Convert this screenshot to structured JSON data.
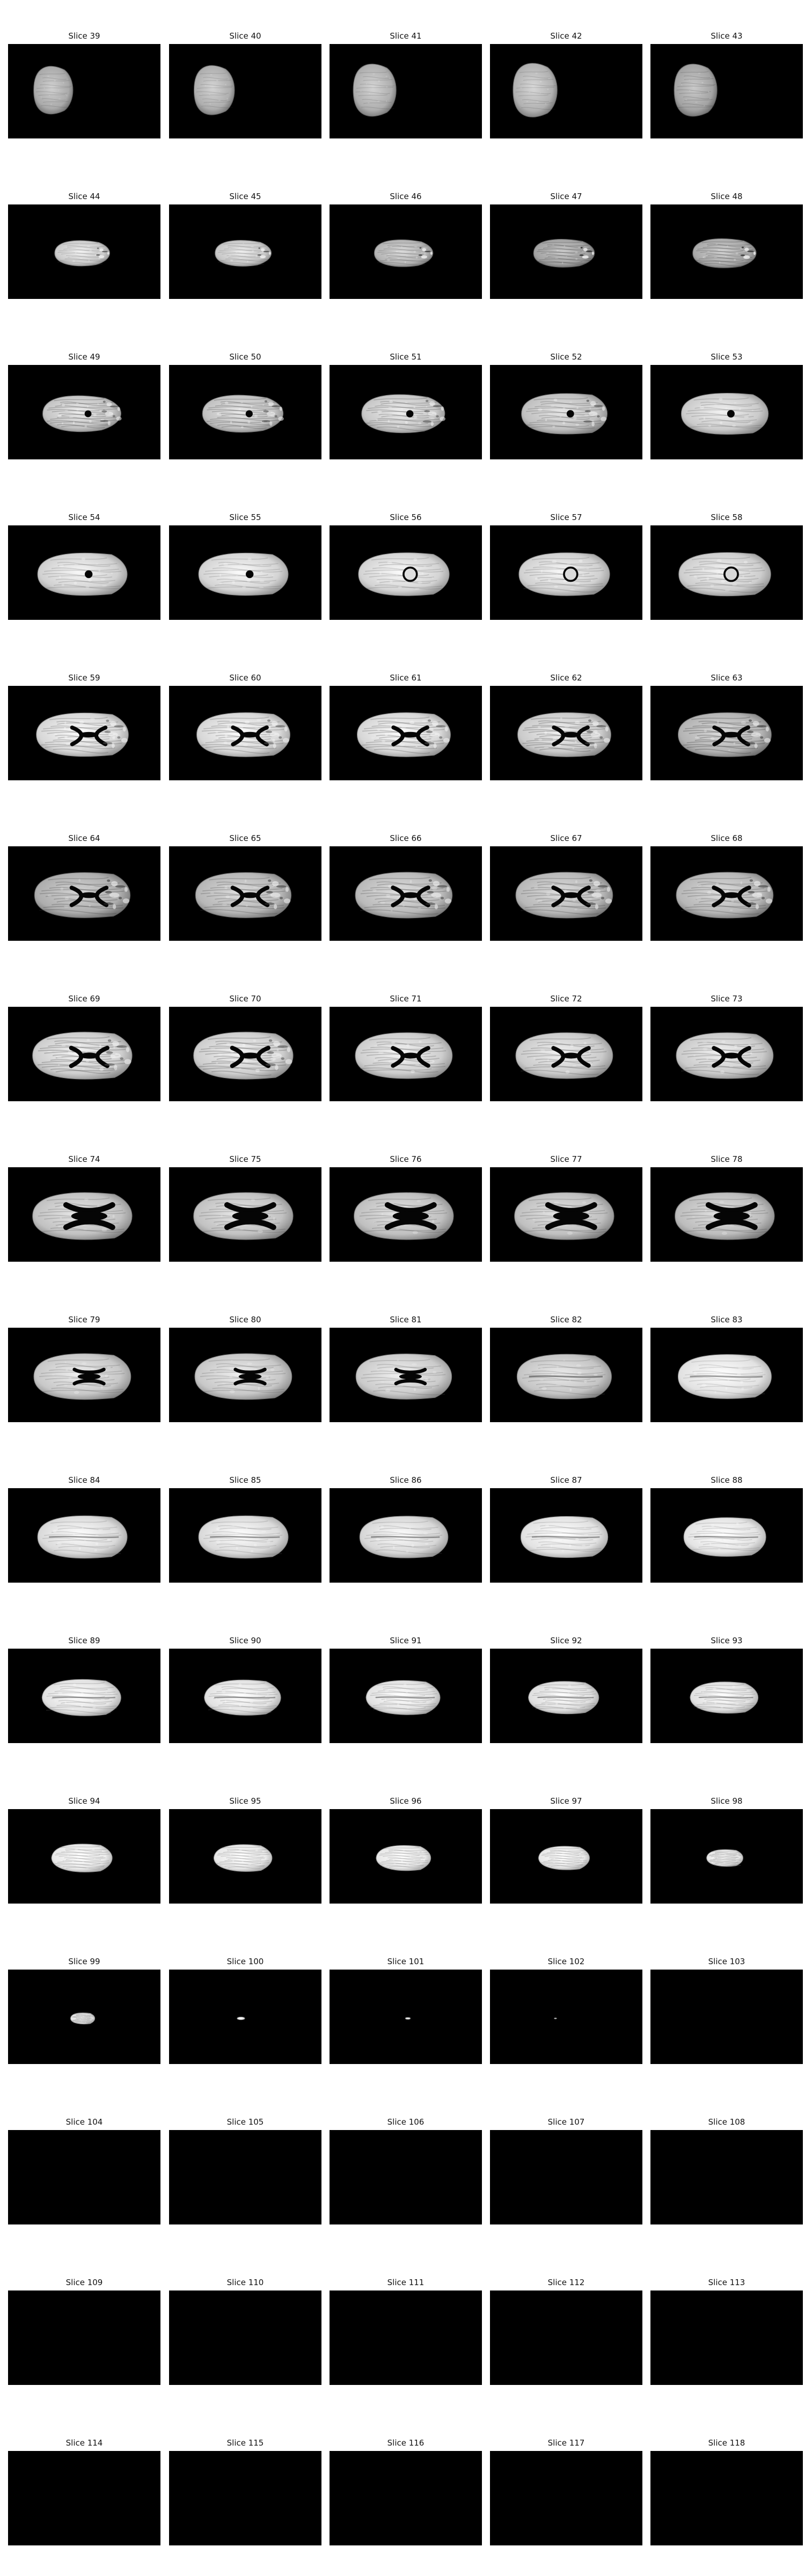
{
  "colors": {
    "page_background": "#ffffff",
    "image_background": "#000000",
    "tissue_gray": "#b8b8b8",
    "tissue_light": "#f2f2f2",
    "dark_structure": "#050505"
  },
  "slices": [
    {
      "label": "Slice 39",
      "intensity": 0.55,
      "brain_scale": 0.32,
      "brain_shape": "small",
      "dark_level": 0.1,
      "ventricle": "none",
      "lesion": "none",
      "bright_spots": 0.05
    },
    {
      "label": "Slice 40",
      "intensity": 0.58,
      "brain_scale": 0.33,
      "brain_shape": "small",
      "dark_level": 0.1,
      "ventricle": "none",
      "lesion": "none",
      "bright_spots": 0.05
    },
    {
      "label": "Slice 41",
      "intensity": 0.58,
      "brain_scale": 0.35,
      "brain_shape": "small",
      "dark_level": 0.12,
      "ventricle": "none",
      "lesion": "none",
      "bright_spots": 0.06
    },
    {
      "label": "Slice 42",
      "intensity": 0.6,
      "brain_scale": 0.36,
      "brain_shape": "small",
      "dark_level": 0.12,
      "ventricle": "none",
      "lesion": "none",
      "bright_spots": 0.06
    },
    {
      "label": "Slice 43",
      "intensity": 0.5,
      "brain_scale": 0.35,
      "brain_shape": "small",
      "dark_level": 0.18,
      "ventricle": "none",
      "lesion": "none",
      "bright_spots": 0.05
    },
    {
      "label": "Slice 44",
      "intensity": 0.78,
      "brain_scale": 0.45,
      "brain_shape": "lower",
      "dark_level": 0.25,
      "ventricle": "none",
      "lesion": "fragments",
      "bright_spots": 0.14
    },
    {
      "label": "Slice 45",
      "intensity": 0.75,
      "brain_scale": 0.46,
      "brain_shape": "lower",
      "dark_level": 0.25,
      "ventricle": "none",
      "lesion": "fragments",
      "bright_spots": 0.13
    },
    {
      "label": "Slice 46",
      "intensity": 0.62,
      "brain_scale": 0.48,
      "brain_shape": "lower",
      "dark_level": 0.28,
      "ventricle": "none",
      "lesion": "fragments",
      "bright_spots": 0.1
    },
    {
      "label": "Slice 47",
      "intensity": 0.5,
      "brain_scale": 0.5,
      "brain_shape": "lower",
      "dark_level": 0.34,
      "ventricle": "none",
      "lesion": "fragments",
      "bright_spots": 0.08
    },
    {
      "label": "Slice 48",
      "intensity": 0.55,
      "brain_scale": 0.52,
      "brain_shape": "lower",
      "dark_level": 0.36,
      "ventricle": "none",
      "lesion": "fragments",
      "bright_spots": 0.1
    },
    {
      "label": "Slice 49",
      "intensity": 0.74,
      "brain_scale": 0.64,
      "brain_shape": "lower",
      "dark_level": 0.44,
      "ventricle": "round",
      "lesion": "spread",
      "bright_spots": 0.22
    },
    {
      "label": "Slice 50",
      "intensity": 0.72,
      "brain_scale": 0.66,
      "brain_shape": "lower",
      "dark_level": 0.42,
      "ventricle": "round",
      "lesion": "spread",
      "bright_spots": 0.2
    },
    {
      "label": "Slice 51",
      "intensity": 0.76,
      "brain_scale": 0.68,
      "brain_shape": "lower",
      "dark_level": 0.38,
      "ventricle": "round",
      "lesion": "spread",
      "bright_spots": 0.22
    },
    {
      "label": "Slice 52",
      "intensity": 0.7,
      "brain_scale": 0.69,
      "brain_shape": "oval",
      "dark_level": 0.3,
      "ventricle": "round",
      "lesion": "spread",
      "bright_spots": 0.18
    },
    {
      "label": "Slice 53",
      "intensity": 0.78,
      "brain_scale": 0.7,
      "brain_shape": "oval",
      "dark_level": 0.2,
      "ventricle": "round",
      "lesion": "none",
      "bright_spots": 0.2
    },
    {
      "label": "Slice 54",
      "intensity": 0.82,
      "brain_scale": 0.72,
      "brain_shape": "oval",
      "dark_level": 0.18,
      "ventricle": "round",
      "lesion": "none",
      "bright_spots": 0.18
    },
    {
      "label": "Slice 55",
      "intensity": 0.84,
      "brain_scale": 0.72,
      "brain_shape": "oval",
      "dark_level": 0.18,
      "ventricle": "round",
      "lesion": "none",
      "bright_spots": 0.18
    },
    {
      "label": "Slice 56",
      "intensity": 0.84,
      "brain_scale": 0.73,
      "brain_shape": "oval",
      "dark_level": 0.2,
      "ventricle": "ring",
      "lesion": "none",
      "bright_spots": 0.2
    },
    {
      "label": "Slice 57",
      "intensity": 0.82,
      "brain_scale": 0.73,
      "brain_shape": "oval",
      "dark_level": 0.22,
      "ventricle": "ring",
      "lesion": "none",
      "bright_spots": 0.2
    },
    {
      "label": "Slice 58",
      "intensity": 0.8,
      "brain_scale": 0.74,
      "brain_shape": "oval",
      "dark_level": 0.22,
      "ventricle": "ring",
      "lesion": "none",
      "bright_spots": 0.18
    },
    {
      "label": "Slice 59",
      "intensity": 0.86,
      "brain_scale": 0.74,
      "brain_shape": "oval",
      "dark_level": 0.38,
      "ventricle": "wide",
      "lesion": "right",
      "bright_spots": 0.28
    },
    {
      "label": "Slice 60",
      "intensity": 0.86,
      "brain_scale": 0.75,
      "brain_shape": "oval",
      "dark_level": 0.38,
      "ventricle": "wide",
      "lesion": "right",
      "bright_spots": 0.28
    },
    {
      "label": "Slice 61",
      "intensity": 0.86,
      "brain_scale": 0.75,
      "brain_shape": "oval",
      "dark_level": 0.4,
      "ventricle": "wide",
      "lesion": "right",
      "bright_spots": 0.28
    },
    {
      "label": "Slice 62",
      "intensity": 0.78,
      "brain_scale": 0.75,
      "brain_shape": "oval",
      "dark_level": 0.42,
      "ventricle": "wide",
      "lesion": "right",
      "bright_spots": 0.22
    },
    {
      "label": "Slice 63",
      "intensity": 0.62,
      "brain_scale": 0.75,
      "brain_shape": "oval",
      "dark_level": 0.38,
      "ventricle": "wide",
      "lesion": "right",
      "bright_spots": 0.14
    },
    {
      "label": "Slice 64",
      "intensity": 0.58,
      "brain_scale": 0.77,
      "brain_shape": "oval",
      "dark_level": 0.25,
      "ventricle": "cross",
      "lesion": "right",
      "bright_spots": 0.08
    },
    {
      "label": "Slice 65",
      "intensity": 0.64,
      "brain_scale": 0.77,
      "brain_shape": "oval",
      "dark_level": 0.25,
      "ventricle": "cross",
      "lesion": "right",
      "bright_spots": 0.1
    },
    {
      "label": "Slice 66",
      "intensity": 0.66,
      "brain_scale": 0.78,
      "brain_shape": "oval",
      "dark_level": 0.26,
      "ventricle": "cross",
      "lesion": "right",
      "bright_spots": 0.11
    },
    {
      "label": "Slice 67",
      "intensity": 0.65,
      "brain_scale": 0.78,
      "brain_shape": "oval",
      "dark_level": 0.26,
      "ventricle": "cross",
      "lesion": "right",
      "bright_spots": 0.1
    },
    {
      "label": "Slice 68",
      "intensity": 0.64,
      "brain_scale": 0.78,
      "brain_shape": "oval",
      "dark_level": 0.25,
      "ventricle": "cross",
      "lesion": "right",
      "bright_spots": 0.1
    },
    {
      "label": "Slice 69",
      "intensity": 0.8,
      "brain_scale": 0.8,
      "brain_shape": "oval",
      "dark_level": 0.42,
      "ventricle": "cross",
      "lesion": "right",
      "bright_spots": 0.22
    },
    {
      "label": "Slice 70",
      "intensity": 0.8,
      "brain_scale": 0.8,
      "brain_shape": "oval",
      "dark_level": 0.4,
      "ventricle": "cross",
      "lesion": "right",
      "bright_spots": 0.22
    },
    {
      "label": "Slice 71",
      "intensity": 0.8,
      "brain_scale": 0.78,
      "brain_shape": "oval",
      "dark_level": 0.3,
      "ventricle": "cross",
      "lesion": "none",
      "bright_spots": 0.2
    },
    {
      "label": "Slice 72",
      "intensity": 0.78,
      "brain_scale": 0.78,
      "brain_shape": "oval",
      "dark_level": 0.28,
      "ventricle": "cross",
      "lesion": "none",
      "bright_spots": 0.18
    },
    {
      "label": "Slice 73",
      "intensity": 0.78,
      "brain_scale": 0.78,
      "brain_shape": "oval",
      "dark_level": 0.28,
      "ventricle": "cross",
      "lesion": "none",
      "bright_spots": 0.18
    },
    {
      "label": "Slice 74",
      "intensity": 0.72,
      "brain_scale": 0.8,
      "brain_shape": "oval",
      "dark_level": 0.18,
      "ventricle": "x",
      "lesion": "none",
      "bright_spots": 0.1
    },
    {
      "label": "Slice 75",
      "intensity": 0.72,
      "brain_scale": 0.8,
      "brain_shape": "oval",
      "dark_level": 0.18,
      "ventricle": "x",
      "lesion": "none",
      "bright_spots": 0.1
    },
    {
      "label": "Slice 76",
      "intensity": 0.7,
      "brain_scale": 0.8,
      "brain_shape": "oval",
      "dark_level": 0.18,
      "ventricle": "x",
      "lesion": "none",
      "bright_spots": 0.1
    },
    {
      "label": "Slice 77",
      "intensity": 0.7,
      "brain_scale": 0.8,
      "brain_shape": "oval",
      "dark_level": 0.18,
      "ventricle": "x",
      "lesion": "none",
      "bright_spots": 0.1
    },
    {
      "label": "Slice 78",
      "intensity": 0.68,
      "brain_scale": 0.8,
      "brain_shape": "oval",
      "dark_level": 0.17,
      "ventricle": "x",
      "lesion": "none",
      "bright_spots": 0.09
    },
    {
      "label": "Slice 79",
      "intensity": 0.76,
      "brain_scale": 0.78,
      "brain_shape": "oval",
      "dark_level": 0.16,
      "ventricle": "small-x",
      "lesion": "none",
      "bright_spots": 0.12
    },
    {
      "label": "Slice 80",
      "intensity": 0.76,
      "brain_scale": 0.78,
      "brain_shape": "oval",
      "dark_level": 0.16,
      "ventricle": "small-x",
      "lesion": "none",
      "bright_spots": 0.12
    },
    {
      "label": "Slice 81",
      "intensity": 0.78,
      "brain_scale": 0.77,
      "brain_shape": "oval",
      "dark_level": 0.15,
      "ventricle": "small-x",
      "lesion": "none",
      "bright_spots": 0.13
    },
    {
      "label": "Slice 82",
      "intensity": 0.74,
      "brain_scale": 0.76,
      "brain_shape": "oval",
      "dark_level": 0.12,
      "ventricle": "line",
      "lesion": "none",
      "bright_spots": 0.12
    },
    {
      "label": "Slice 83",
      "intensity": 0.94,
      "brain_scale": 0.75,
      "brain_shape": "oval",
      "dark_level": 0.1,
      "ventricle": "line",
      "lesion": "none",
      "bright_spots": 0.22
    },
    {
      "label": "Slice 84",
      "intensity": 0.88,
      "brain_scale": 0.72,
      "brain_shape": "oval",
      "dark_level": 0.14,
      "ventricle": "line",
      "lesion": "none",
      "bright_spots": 0.2
    },
    {
      "label": "Slice 85",
      "intensity": 0.88,
      "brain_scale": 0.72,
      "brain_shape": "oval",
      "dark_level": 0.14,
      "ventricle": "line",
      "lesion": "none",
      "bright_spots": 0.2
    },
    {
      "label": "Slice 86",
      "intensity": 0.86,
      "brain_scale": 0.71,
      "brain_shape": "oval",
      "dark_level": 0.15,
      "ventricle": "line",
      "lesion": "none",
      "bright_spots": 0.19
    },
    {
      "label": "Slice 87",
      "intensity": 0.94,
      "brain_scale": 0.7,
      "brain_shape": "oval",
      "dark_level": 0.17,
      "ventricle": "line",
      "lesion": "none",
      "bright_spots": 0.22
    },
    {
      "label": "Slice 88",
      "intensity": 0.95,
      "brain_scale": 0.66,
      "brain_shape": "oval",
      "dark_level": 0.18,
      "ventricle": "line",
      "lesion": "none",
      "bright_spots": 0.24
    },
    {
      "label": "Slice 89",
      "intensity": 0.94,
      "brain_scale": 0.65,
      "brain_shape": "upper",
      "dark_level": 0.28,
      "ventricle": "line",
      "lesion": "none",
      "bright_spots": 0.22
    },
    {
      "label": "Slice 90",
      "intensity": 0.94,
      "brain_scale": 0.63,
      "brain_shape": "upper",
      "dark_level": 0.28,
      "ventricle": "line",
      "lesion": "none",
      "bright_spots": 0.22
    },
    {
      "label": "Slice 91",
      "intensity": 0.94,
      "brain_scale": 0.61,
      "brain_shape": "upper",
      "dark_level": 0.3,
      "ventricle": "line",
      "lesion": "none",
      "bright_spots": 0.22
    },
    {
      "label": "Slice 92",
      "intensity": 0.92,
      "brain_scale": 0.58,
      "brain_shape": "upper",
      "dark_level": 0.32,
      "ventricle": "line",
      "lesion": "none",
      "bright_spots": 0.22
    },
    {
      "label": "Slice 93",
      "intensity": 0.93,
      "brain_scale": 0.56,
      "brain_shape": "upper",
      "dark_level": 0.32,
      "ventricle": "line",
      "lesion": "none",
      "bright_spots": 0.22
    },
    {
      "label": "Slice 94",
      "intensity": 0.98,
      "brain_scale": 0.5,
      "brain_shape": "upper",
      "dark_level": 0.42,
      "ventricle": "none",
      "lesion": "none",
      "bright_spots": 0.24
    },
    {
      "label": "Slice 95",
      "intensity": 0.98,
      "brain_scale": 0.48,
      "brain_shape": "upper",
      "dark_level": 0.42,
      "ventricle": "none",
      "lesion": "none",
      "bright_spots": 0.24
    },
    {
      "label": "Slice 96",
      "intensity": 0.98,
      "brain_scale": 0.45,
      "brain_shape": "upper",
      "dark_level": 0.44,
      "ventricle": "none",
      "lesion": "none",
      "bright_spots": 0.23
    },
    {
      "label": "Slice 97",
      "intensity": 0.98,
      "brain_scale": 0.42,
      "brain_shape": "upper",
      "dark_level": 0.44,
      "ventricle": "none",
      "lesion": "none",
      "bright_spots": 0.23
    },
    {
      "label": "Slice 98",
      "intensity": 0.98,
      "brain_scale": 0.3,
      "brain_shape": "upper",
      "dark_level": 0.5,
      "ventricle": "none",
      "lesion": "none",
      "bright_spots": 0.18
    },
    {
      "label": "Slice 99",
      "intensity": 0.96,
      "brain_scale": 0.2,
      "brain_shape": "upper",
      "dark_level": 0.42,
      "ventricle": "none",
      "lesion": "none",
      "bright_spots": 0.16
    },
    {
      "label": "Slice 100",
      "intensity": 0.96,
      "brain_scale": 0.06,
      "brain_shape": "dot",
      "dark_level": 0.0,
      "ventricle": "none",
      "lesion": "none",
      "bright_spots": 0.0
    },
    {
      "label": "Slice 101",
      "intensity": 0.9,
      "brain_scale": 0.04,
      "brain_shape": "dot",
      "dark_level": 0.0,
      "ventricle": "none",
      "lesion": "none",
      "bright_spots": 0.0
    },
    {
      "label": "Slice 102",
      "intensity": 0.7,
      "brain_scale": 0.02,
      "brain_shape": "dot",
      "dark_level": 0.0,
      "ventricle": "none",
      "lesion": "none",
      "bright_spots": 0.0
    },
    {
      "label": "Slice 103",
      "intensity": 0,
      "brain_scale": 0,
      "brain_shape": "empty",
      "dark_level": 0,
      "ventricle": "none",
      "lesion": "none",
      "bright_spots": 0
    },
    {
      "label": "Slice 104",
      "intensity": 0,
      "brain_scale": 0,
      "brain_shape": "empty",
      "dark_level": 0,
      "ventricle": "none",
      "lesion": "none",
      "bright_spots": 0
    },
    {
      "label": "Slice 105",
      "intensity": 0,
      "brain_scale": 0,
      "brain_shape": "empty",
      "dark_level": 0,
      "ventricle": "none",
      "lesion": "none",
      "bright_spots": 0
    },
    {
      "label": "Slice 106",
      "intensity": 0,
      "brain_scale": 0,
      "brain_shape": "empty",
      "dark_level": 0,
      "ventricle": "none",
      "lesion": "none",
      "bright_spots": 0
    },
    {
      "label": "Slice 107",
      "intensity": 0,
      "brain_scale": 0,
      "brain_shape": "empty",
      "dark_level": 0,
      "ventricle": "none",
      "lesion": "none",
      "bright_spots": 0
    },
    {
      "label": "Slice 108",
      "intensity": 0,
      "brain_scale": 0,
      "brain_shape": "empty",
      "dark_level": 0,
      "ventricle": "none",
      "lesion": "none",
      "bright_spots": 0
    },
    {
      "label": "Slice 109",
      "intensity": 0,
      "brain_scale": 0,
      "brain_shape": "empty",
      "dark_level": 0,
      "ventricle": "none",
      "lesion": "none",
      "bright_spots": 0
    },
    {
      "label": "Slice 110",
      "intensity": 0,
      "brain_scale": 0,
      "brain_shape": "empty",
      "dark_level": 0,
      "ventricle": "none",
      "lesion": "none",
      "bright_spots": 0
    },
    {
      "label": "Slice 111",
      "intensity": 0,
      "brain_scale": 0,
      "brain_shape": "empty",
      "dark_level": 0,
      "ventricle": "none",
      "lesion": "none",
      "bright_spots": 0
    },
    {
      "label": "Slice 112",
      "intensity": 0,
      "brain_scale": 0,
      "brain_shape": "empty",
      "dark_level": 0,
      "ventricle": "none",
      "lesion": "none",
      "bright_spots": 0
    },
    {
      "label": "Slice 113",
      "intensity": 0,
      "brain_scale": 0,
      "brain_shape": "empty",
      "dark_level": 0,
      "ventricle": "none",
      "lesion": "none",
      "bright_spots": 0
    },
    {
      "label": "Slice 114",
      "intensity": 0,
      "brain_scale": 0,
      "brain_shape": "empty",
      "dark_level": 0,
      "ventricle": "none",
      "lesion": "none",
      "bright_spots": 0
    },
    {
      "label": "Slice 115",
      "intensity": 0,
      "brain_scale": 0,
      "brain_shape": "empty",
      "dark_level": 0,
      "ventricle": "none",
      "lesion": "none",
      "bright_spots": 0
    },
    {
      "label": "Slice 116",
      "intensity": 0,
      "brain_scale": 0,
      "brain_shape": "empty",
      "dark_level": 0,
      "ventricle": "none",
      "lesion": "none",
      "bright_spots": 0
    },
    {
      "label": "Slice 117",
      "intensity": 0,
      "brain_scale": 0,
      "brain_shape": "empty",
      "dark_level": 0,
      "ventricle": "none",
      "lesion": "none",
      "bright_spots": 0
    },
    {
      "label": "Slice 118",
      "intensity": 0,
      "brain_scale": 0,
      "brain_shape": "empty",
      "dark_level": 0,
      "ventricle": "none",
      "lesion": "none",
      "bright_spots": 0
    }
  ]
}
